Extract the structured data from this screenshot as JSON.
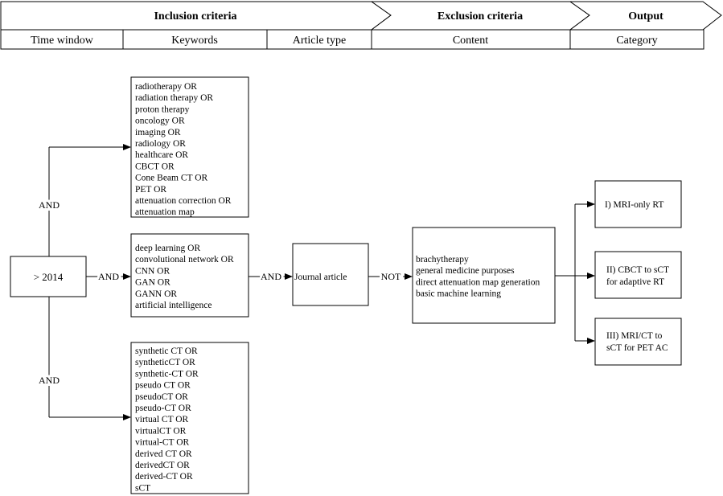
{
  "header": {
    "inclusion_label": "Inclusion criteria",
    "exclusion_label": "Exclusion criteria",
    "output_label": "Output",
    "columns": [
      "Time window",
      "Keywords",
      "Article type",
      "Content",
      "Category"
    ]
  },
  "time_window": {
    "label": "> 2014"
  },
  "keyword_groups": [
    {
      "lines": [
        "radiotherapy  OR",
        "radiation therapy  OR",
        "proton therapy",
        "oncology OR",
        "imaging OR",
        "radiology OR",
        "healthcare OR",
        "CBCT OR",
        "Cone Beam CT OR",
        "PET OR",
        "attenuation correction OR",
        "attenuation map"
      ]
    },
    {
      "lines": [
        "deep learning OR",
        "convolutional network OR",
        "CNN OR",
        "GAN OR",
        "GANN OR",
        "artificial intelligence"
      ]
    },
    {
      "lines": [
        "synthetic CT OR",
        "syntheticCT OR",
        "synthetic-CT OR",
        "pseudo CT OR",
        "pseudoCT OR",
        "pseudo-CT OR",
        "virtual CT OR",
        "virtualCT  OR",
        "virtual-CT OR",
        "derived CT OR",
        "derivedCT OR",
        "derived-CT OR",
        "sCT"
      ]
    }
  ],
  "connectors": {
    "and_top": "AND",
    "and_middle": "AND",
    "and_bottom": "AND",
    "and_article": "AND",
    "not_label": "NOT"
  },
  "article_type": {
    "label": "Journal article"
  },
  "exclusion": {
    "lines": [
      "brachytherapy",
      "general medicine purposes",
      "direct attenuation map generation",
      "basic machine learning"
    ]
  },
  "outputs": [
    {
      "lines": [
        "I) MRI-only RT"
      ]
    },
    {
      "lines": [
        "II) CBCT to sCT",
        "for adaptive RT"
      ]
    },
    {
      "lines": [
        "III)  MRI/CT to",
        "sCT for PET AC"
      ]
    }
  ]
}
